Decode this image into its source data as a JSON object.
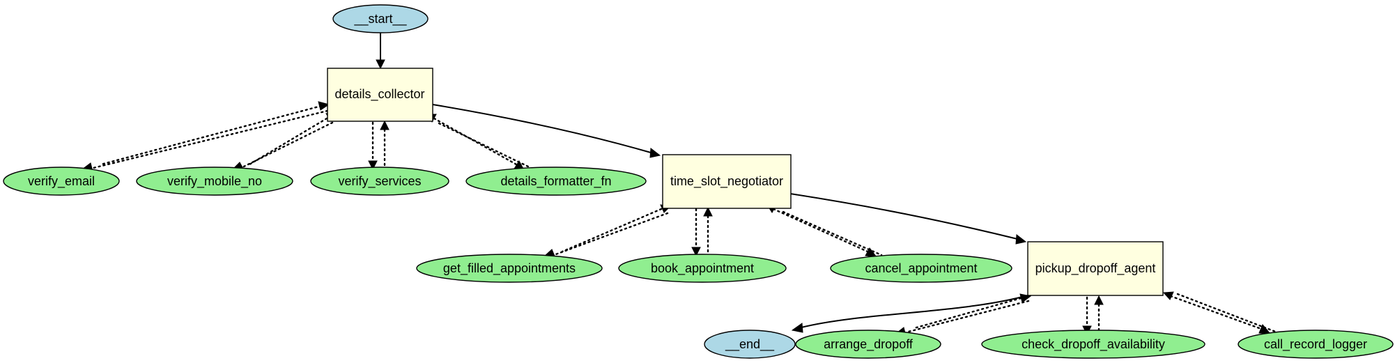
{
  "diagram": {
    "nodes": {
      "start": "__start__",
      "details_collector": "details_collector",
      "verify_email": "verify_email",
      "verify_mobile_no": "verify_mobile_no",
      "verify_services": "verify_services",
      "details_formatter_fn": "details_formatter_fn",
      "time_slot_negotiator": "time_slot_negotiator",
      "get_filled_appointments": "get_filled_appointments",
      "book_appointment": "book_appointment",
      "cancel_appointment": "cancel_appointment",
      "pickup_dropoff_agent": "pickup_dropoff_agent",
      "end": "__end__",
      "arrange_dropoff": "arrange_dropoff",
      "check_dropoff_availability": "check_dropoff_availability",
      "call_record_logger": "call_record_logger"
    },
    "edges": [
      {
        "from": "start",
        "to": "details_collector",
        "style": "solid"
      },
      {
        "from": "details_collector",
        "to": "time_slot_negotiator",
        "style": "solid"
      },
      {
        "from": "time_slot_negotiator",
        "to": "pickup_dropoff_agent",
        "style": "solid"
      },
      {
        "from": "pickup_dropoff_agent",
        "to": "end",
        "style": "solid"
      },
      {
        "from": "details_collector",
        "to": "verify_email",
        "style": "dotted",
        "bidirectional": true
      },
      {
        "from": "details_collector",
        "to": "verify_mobile_no",
        "style": "dotted",
        "bidirectional": true
      },
      {
        "from": "details_collector",
        "to": "verify_services",
        "style": "dotted",
        "bidirectional": true
      },
      {
        "from": "details_collector",
        "to": "details_formatter_fn",
        "style": "dotted",
        "bidirectional": true
      },
      {
        "from": "time_slot_negotiator",
        "to": "get_filled_appointments",
        "style": "dotted",
        "bidirectional": true
      },
      {
        "from": "time_slot_negotiator",
        "to": "book_appointment",
        "style": "dotted",
        "bidirectional": true
      },
      {
        "from": "time_slot_negotiator",
        "to": "cancel_appointment",
        "style": "dotted",
        "bidirectional": true
      },
      {
        "from": "pickup_dropoff_agent",
        "to": "arrange_dropoff",
        "style": "dotted",
        "bidirectional": true
      },
      {
        "from": "pickup_dropoff_agent",
        "to": "check_dropoff_availability",
        "style": "dotted",
        "bidirectional": true
      },
      {
        "from": "pickup_dropoff_agent",
        "to": "call_record_logger",
        "style": "dotted",
        "bidirectional": true
      }
    ],
    "colors": {
      "agent_fill": "#ffffe0",
      "tool_fill": "#90ee90",
      "terminal_fill": "#add8e6",
      "stroke": "#000000"
    }
  }
}
